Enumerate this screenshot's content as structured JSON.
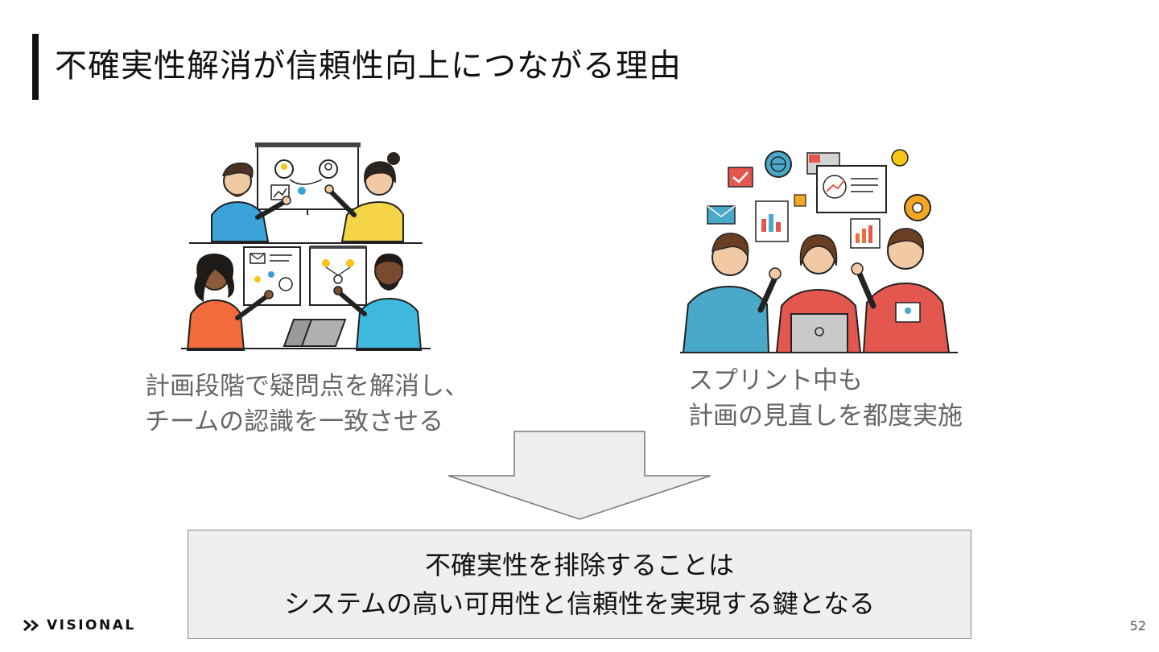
{
  "slide": {
    "title": "不確実性解消が信頼性向上につながる理由",
    "left_caption": [
      "計画段階で疑問点を解消し、",
      "チームの認識を一致させる"
    ],
    "right_caption": [
      "スプリント中も",
      "計画の見直しを都度実施"
    ],
    "conclusion": [
      "不確実性を排除することは",
      "システムの高い可用性と信頼性を実現する鍵となる"
    ],
    "page_number": "52"
  },
  "logo": {
    "text": "VISIONAL",
    "icon": "double-chevron-icon"
  },
  "colors": {
    "title_text": "#111111",
    "caption_text": "#666666",
    "conclusion_bg": "#efefef",
    "conclusion_border": "#8a8a8a",
    "arrow_fill": "#eeeeee",
    "arrow_stroke": "#777777",
    "accent_yellow": "#f5c518",
    "accent_blue": "#3ba3d9",
    "accent_red": "#e4574f",
    "accent_orange": "#f26b3a",
    "accent_teal": "#4aa8c8"
  },
  "illustrations": {
    "left": "team-planning-illustration",
    "right": "sprint-review-illustration"
  }
}
